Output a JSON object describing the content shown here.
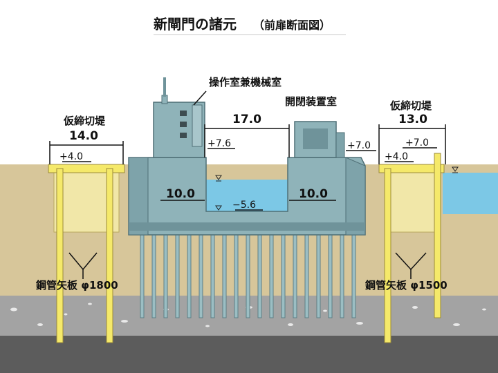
{
  "title": "新閘門の諸元",
  "subtitle": "（前扉断面図）",
  "labels": {
    "machine_room": "操作室兼機械室",
    "gate_room": "開閉装置室",
    "left_cofferdam": "仮締切堤",
    "right_cofferdam": "仮締切堤",
    "left_pile": "鋼管矢板 φ1800",
    "right_pile": "鋼管矢板 φ1500"
  },
  "dimensions": {
    "left_cofferdam_width": "14.0",
    "right_cofferdam_width": "13.0",
    "opening_width": "17.0",
    "left_pier_width": "10.0",
    "right_pier_width": "10.0",
    "left_pier_top": "+7.6",
    "right_pier_top": "+7.0",
    "left_cofferdam_top": "+4.0",
    "right_cofferdam_top": "+4.0",
    "right_pile_top": "+7.0",
    "sill_level": "−5.6"
  },
  "colors": {
    "structure": "#8fb3b9",
    "structure_dark": "#6f939a",
    "water": "#7cc8e6",
    "sand": "#d7c69a",
    "fill": "#f1e7a8",
    "gravel": "#9e9e9e",
    "bedrock": "#5e5e5e",
    "pile": "#f5e96a"
  }
}
